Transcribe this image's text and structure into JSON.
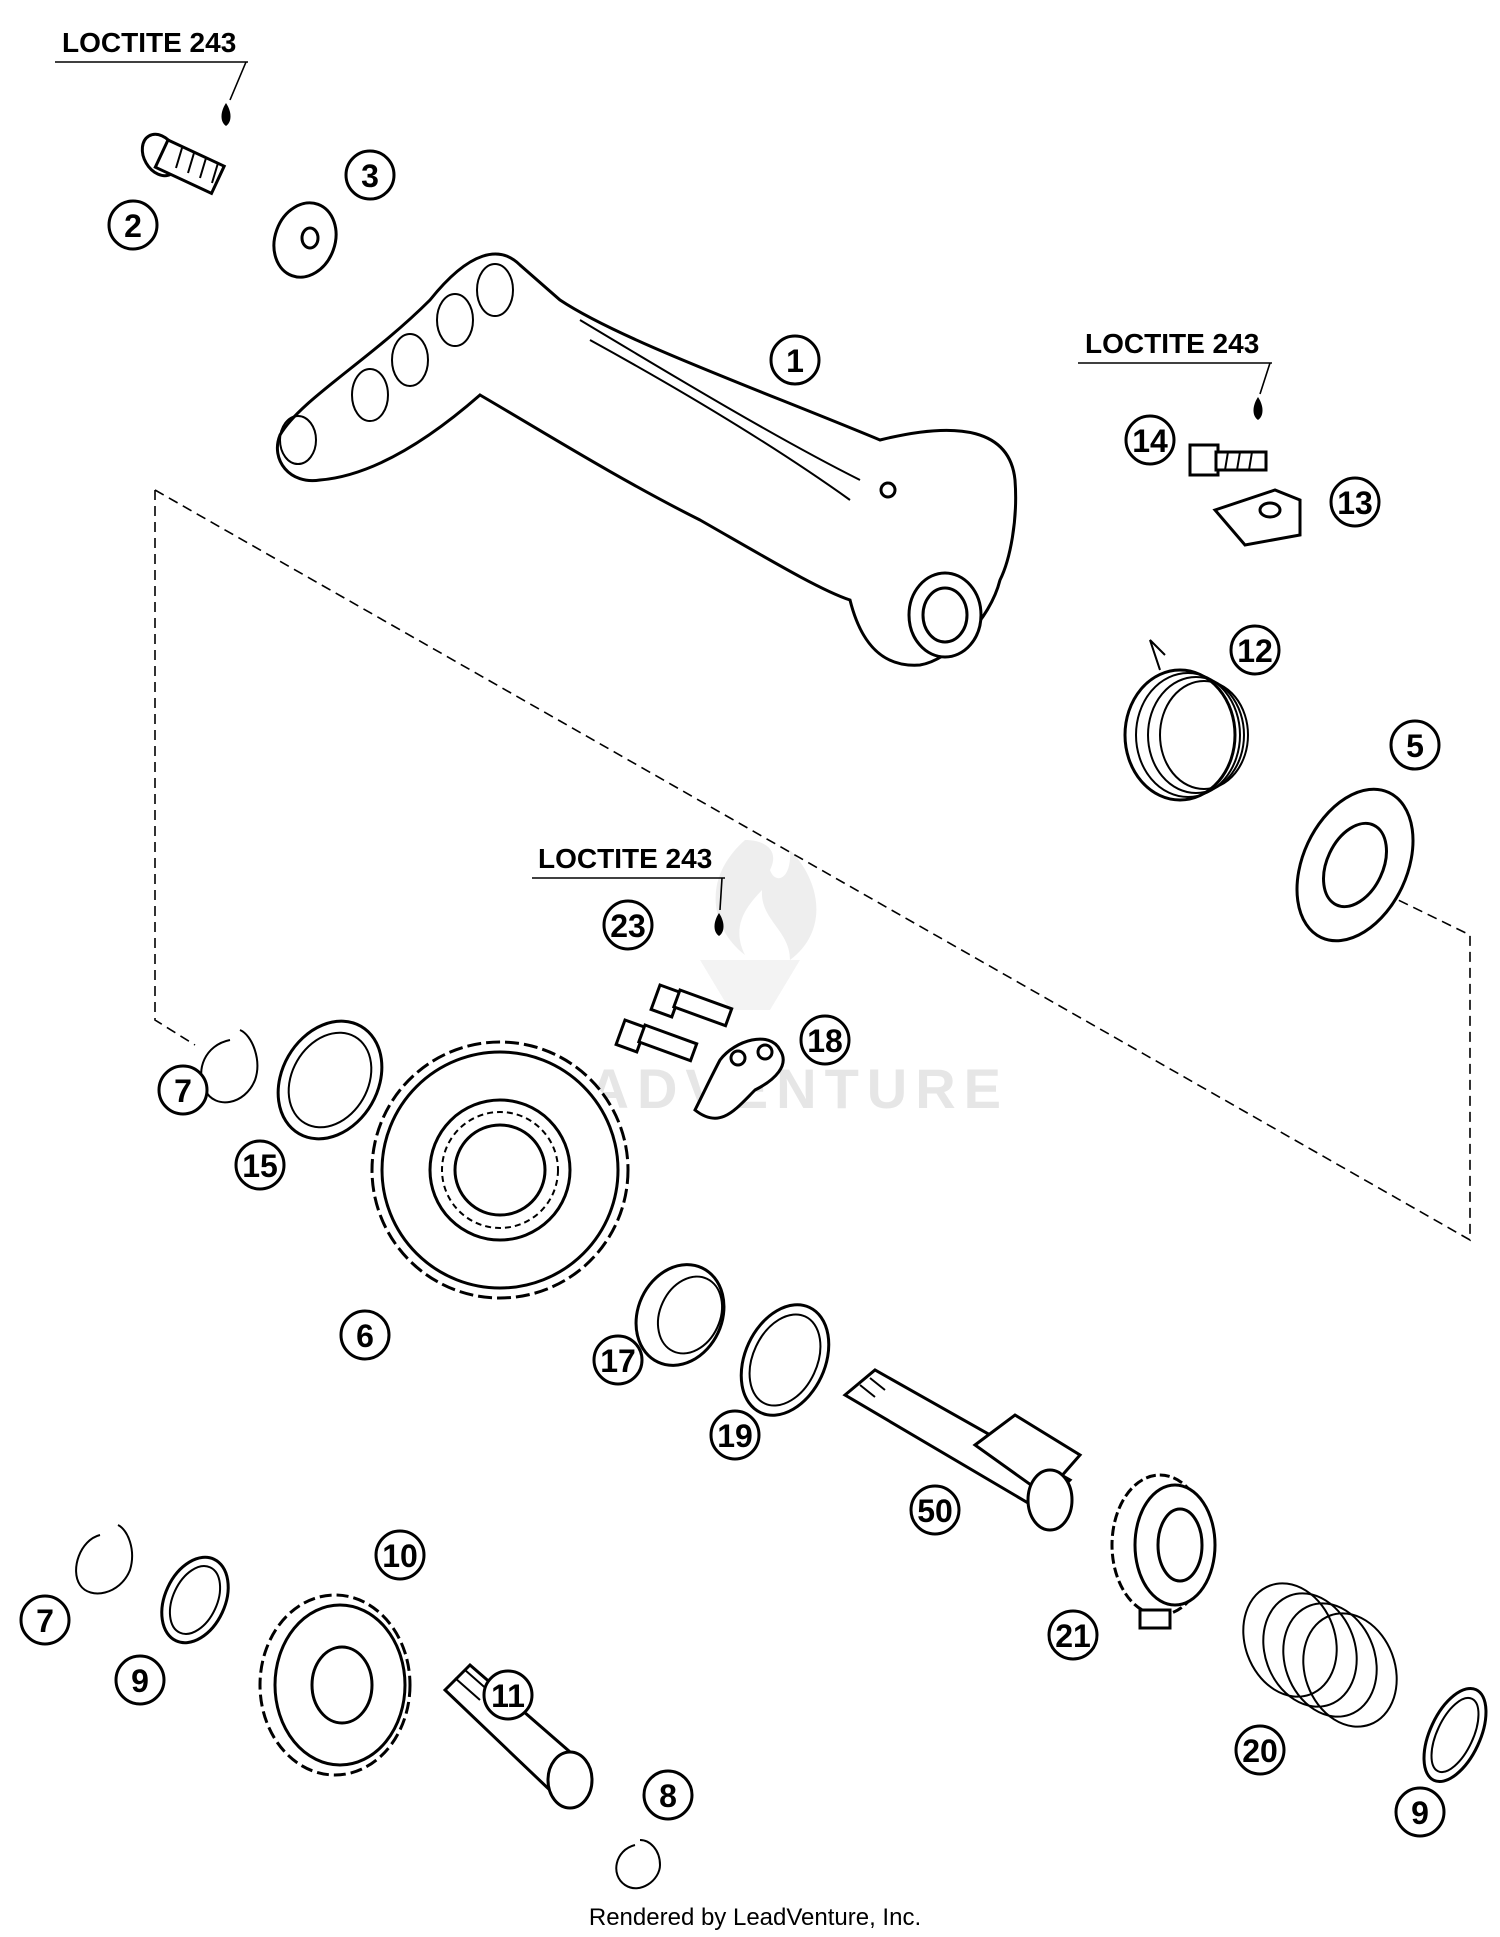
{
  "diagram": {
    "notes": [
      "LOCTITE 243",
      "LOCTITE 243",
      "LOCTITE 243"
    ],
    "callouts": [
      "1",
      "2",
      "3",
      "5",
      "6",
      "7",
      "7",
      "8",
      "9",
      "9",
      "10",
      "11",
      "12",
      "13",
      "14",
      "15",
      "17",
      "18",
      "19",
      "20",
      "21",
      "23",
      "50"
    ],
    "watermark": "LEADVENTURE",
    "footer": "Rendered by LeadVenture, Inc."
  }
}
